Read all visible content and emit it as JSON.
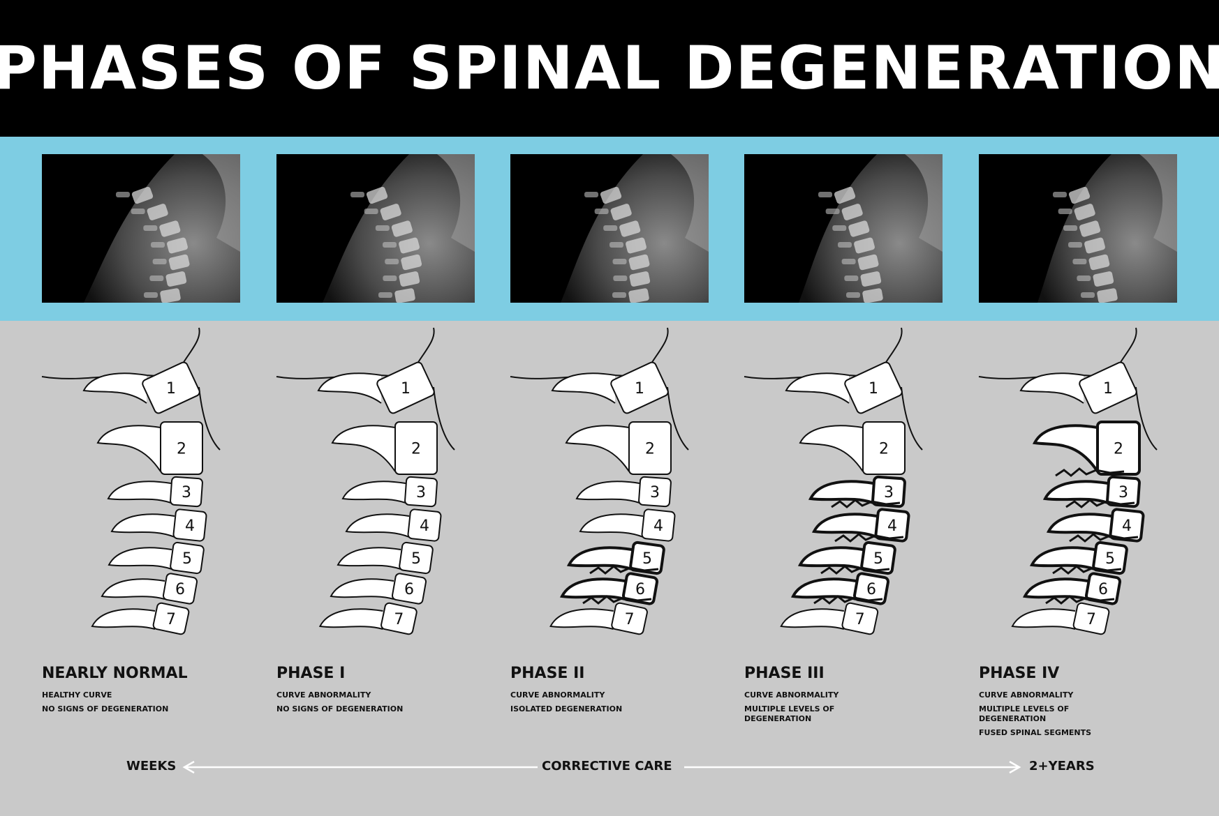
{
  "title": "PHASES OF SPINAL DEGENERATION",
  "phases": [
    {
      "name": "NEARLY NORMAL",
      "lines": [
        "HEALTHY CURVE",
        "NO SIGNS OF DEGENERATION"
      ]
    },
    {
      "name": "PHASE I",
      "lines": [
        "CURVE ABNORMALITY",
        "NO SIGNS OF DEGENERATION"
      ]
    },
    {
      "name": "PHASE II",
      "lines": [
        "CURVE ABNORMALITY",
        "ISOLATED DEGENERATION"
      ]
    },
    {
      "name": "PHASE III",
      "lines": [
        "CURVE ABNORMALITY",
        "MULTIPLE LEVELS OF DEGENERATION"
      ]
    },
    {
      "name": "PHASE IV",
      "lines": [
        "CURVE ABNORMALITY",
        "MULTIPLE LEVELS OF DEGENERATION",
        "FUSED SPINAL SEGMENTS"
      ]
    }
  ],
  "vertebra_labels": [
    "1",
    "2",
    "3",
    "4",
    "5",
    "6",
    "7"
  ],
  "timeline": {
    "start": "WEEKS",
    "middle": "CORRECTIVE CARE",
    "end": "2+YEARS"
  },
  "colors": {
    "header_bg": "#000000",
    "xray_band": "#7ecde3",
    "panel_bg": "#c9c9c9"
  }
}
